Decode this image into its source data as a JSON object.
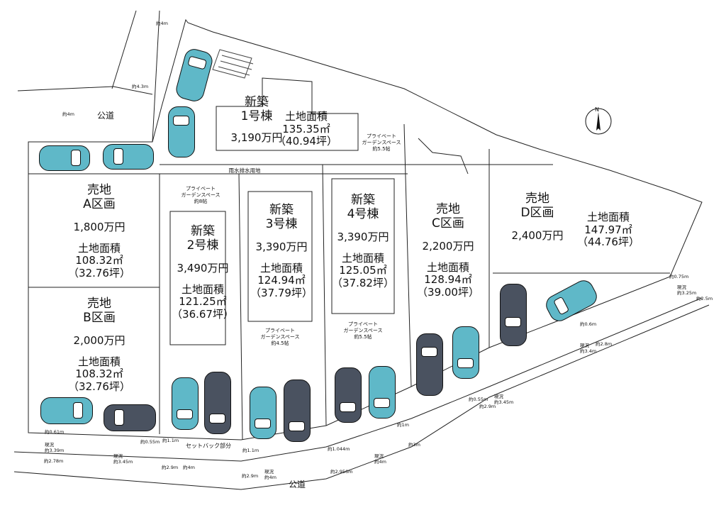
{
  "lots": [
    {
      "id": "A",
      "lines": [
        "売地",
        "A区画"
      ],
      "price": "1,800万円",
      "area_label": "土地面積",
      "area_m2": "108.32㎡",
      "area_tsubo": "（32.76坪）"
    },
    {
      "id": "B",
      "lines": [
        "売地",
        "B区画"
      ],
      "price": "2,000万円",
      "area_label": "土地面積",
      "area_m2": "108.32㎡",
      "area_tsubo": "（32.76坪）"
    },
    {
      "id": "2",
      "lines": [
        "新築",
        "2号棟"
      ],
      "price": "3,490万円",
      "area_label": "土地面積",
      "area_m2": "121.25㎡",
      "area_tsubo": "（36.67坪）"
    },
    {
      "id": "3",
      "lines": [
        "新築",
        "3号棟"
      ],
      "price": "3,390万円",
      "area_label": "土地面積",
      "area_m2": "124.94㎡",
      "area_tsubo": "（37.79坪）"
    },
    {
      "id": "4",
      "lines": [
        "新築",
        "4号棟"
      ],
      "price": "3,390万円",
      "area_label": "土地面積",
      "area_m2": "125.05㎡",
      "area_tsubo": "（37.82坪）"
    },
    {
      "id": "C",
      "lines": [
        "売地",
        "C区画"
      ],
      "price": "2,200万円",
      "area_label": "土地面積",
      "area_m2": "128.94㎡",
      "area_tsubo": "（39.00坪）"
    },
    {
      "id": "D",
      "lines": [
        "売地",
        "D区画"
      ],
      "price": "2,400万円",
      "area_label": "土地面積",
      "area_m2": "147.97㎡",
      "area_tsubo": "（44.76坪）"
    },
    {
      "id": "1",
      "lines": [
        "新築",
        "1号棟"
      ],
      "price": "3,190万円",
      "area_label": "土地面積",
      "area_m2": "135.35㎡",
      "area_tsubo": "（40.94坪）"
    }
  ],
  "notes": {
    "rainwater": "雨水排水用地",
    "garden_2": [
      "プライベート",
      "ガーデンスペース",
      "約8帖"
    ],
    "garden_1": [
      "プライベート",
      "ガーデンスペース",
      "約5.5帖"
    ],
    "garden_3": [
      "プライベート",
      "ガーデンスペース",
      "約4.5帖"
    ],
    "garden_4": [
      "プライベート",
      "ガーデンスペース",
      "約5.5帖"
    ],
    "setback": "セットバック部分"
  },
  "roads": {
    "top": "公道",
    "bottom": "公道"
  },
  "dimensions": {
    "d1": "約4m",
    "d2": "約4.3m",
    "d3": "約4m",
    "d4": "約0.61m",
    "d5": "現況\n約3.39m",
    "d6": "約0.55m",
    "d7": "現況\n約3.45m",
    "d8": "約2.78m",
    "d9": "約1.1m",
    "d10": "約2.9m",
    "d11": "約4m",
    "d12": "約1.1m",
    "d13": "約2.9m",
    "d14": "現況\n約4m",
    "d15": "約1.044m",
    "d16": "約2.956m",
    "d17": "現況\n約4m",
    "d18": "約1m",
    "d19": "約3m",
    "d20": "約0.55m",
    "d21": "現況\n約3.45m",
    "d22": "約2.9m",
    "d23": "約0.6m",
    "d24": "約2.8m",
    "d25": "現況\n約3.4m",
    "d26": "約0.75m",
    "d27": "現況\n約3.25m",
    "d28": "約2.5m"
  },
  "compass": "N"
}
